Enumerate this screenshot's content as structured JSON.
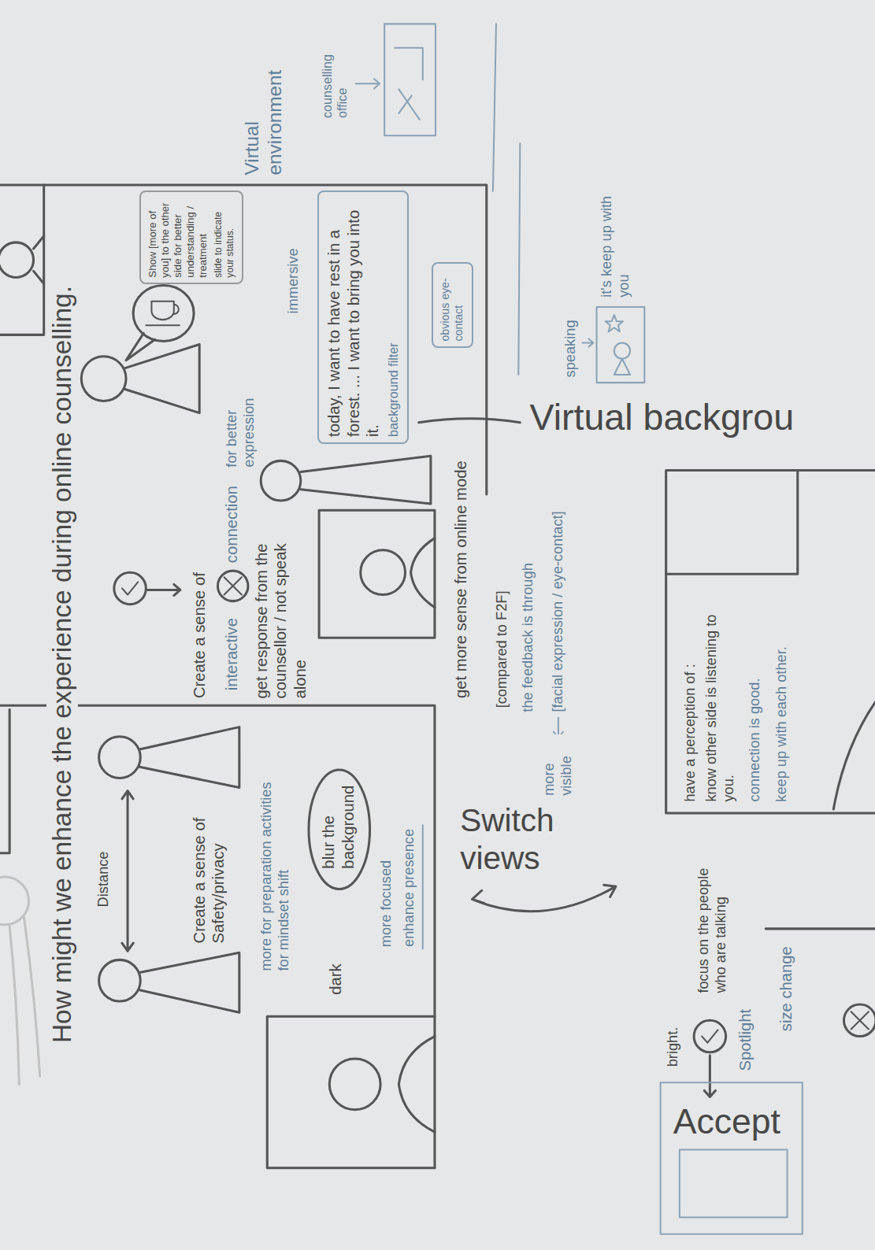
{
  "diagram": {
    "title": "How might we enhance the experience during online counselling.",
    "nodes": [
      {
        "text": [
          "Show [more of you] to the other side for better understanding / treatment",
          "slide to indicate your status."
        ]
      },
      {
        "text": [
          "today, I want to have rest in a forest. ... I want to bring you into it.",
          "background filter"
        ]
      },
      {
        "text": [
          "obvious eye-contact"
        ]
      },
      {
        "text": [
          "blur the background"
        ]
      }
    ],
    "labels": [
      "Virtual environment",
      "counselling office",
      "immersive",
      "Create a sense of",
      "interactive",
      "connection",
      "for better expression",
      "get response from the counsellor / not speak alone",
      "get more sense from online mode",
      "[compared to F2F]",
      "the feedback is through",
      "[facial expression / eye-contact]",
      "more visible",
      "speaking",
      "it's keep up with you",
      "Virtual backgrou",
      "Switch views",
      "have a perception of :",
      "know other side is listening to you.",
      "connection is good.",
      "keep up with each other.",
      "Distance",
      "Create a sense of Safety/privacy",
      "more for preparation activities for mindset shift",
      "dark",
      "more focused",
      "enhance presence",
      "bright.",
      "focus on the people who are talking",
      "Spotlight",
      "size change",
      "Accept"
    ]
  }
}
